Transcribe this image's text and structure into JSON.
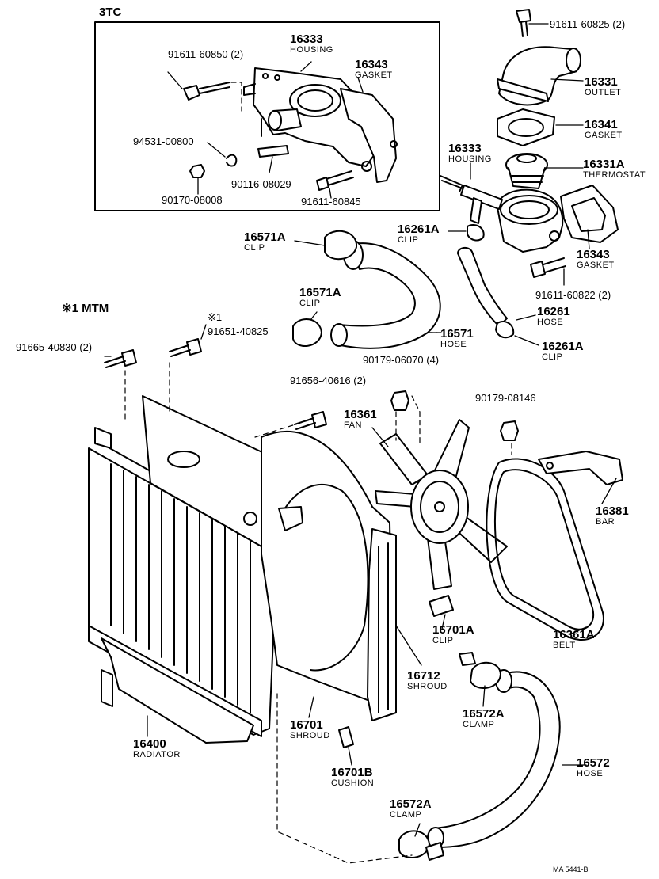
{
  "box_title": "3TC",
  "mtm_note": "※1 MTM",
  "figure_code": "MA 5441-B",
  "parts": {
    "p91611_60850": "91611-60850 (2)",
    "p16333_top": "16333",
    "n16333_top": "HOUSING",
    "p16343_top": "16343",
    "n16343_top": "GASKET",
    "p94531": "94531-00800",
    "p90116": "90116-08029",
    "p90170": "90170-08008",
    "p91611_60845": "91611-60845",
    "p91611_60825": "91611-60825 (2)",
    "p16331": "16331",
    "n16331": "OUTLET",
    "p16341": "16341",
    "n16341": "GASKET",
    "p16333_r": "16333",
    "n16333_r": "HOUSING",
    "p16331A": "16331A",
    "n16331A": "THERMOSTAT",
    "p16261A_t": "16261A",
    "n16261A_t": "CLIP",
    "p16343_r": "16343",
    "n16343_r": "GASKET",
    "p91611_60822": "91611-60822 (2)",
    "p16261": "16261",
    "n16261": "HOSE",
    "p16261A_b": "16261A",
    "n16261A_b": "CLIP",
    "p16571A_t": "16571A",
    "n16571A_t": "CLIP",
    "p16571A_b": "16571A",
    "n16571A_b": "CLIP",
    "p16571": "16571",
    "n16571": "HOSE",
    "mark1": "※1",
    "p91651": "91651-40825",
    "p91665": "91665-40830 (2)",
    "p90179_06070": "90179-06070 (4)",
    "p91656": "91656-40616 (2)",
    "p16361": "16361",
    "n16361": "FAN",
    "p90179_08146": "90179-08146",
    "p16381": "16381",
    "n16381": "BAR",
    "p16701A": "16701A",
    "n16701A": "CLIP",
    "p16361A": "16361A",
    "n16361A": "BELT",
    "p16712": "16712",
    "n16712": "SHROUD",
    "p16572A_t": "16572A",
    "n16572A_t": "CLAMP",
    "p16701": "16701",
    "n16701": "SHROUD",
    "p16400": "16400",
    "n16400": "RADIATOR",
    "p16701B": "16701B",
    "n16701B": "CUSHION",
    "p16572": "16572",
    "n16572": "HOSE",
    "p16572A_b": "16572A",
    "n16572A_b": "CLAMP"
  }
}
